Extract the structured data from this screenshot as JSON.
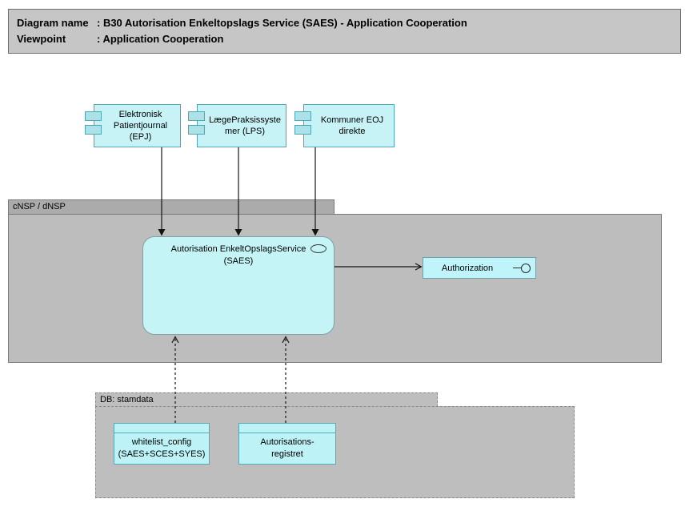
{
  "title": {
    "rows": [
      {
        "label": "Diagram name",
        "value": ": B30 Autorisation Enkeltopslags Service (SAES) - Application Cooperation"
      },
      {
        "label": "Viewpoint",
        "value": ": Application Cooperation"
      }
    ]
  },
  "containers": {
    "cnsp": {
      "label": "cNSP / dNSP"
    },
    "db": {
      "label": "DB: stamdata"
    }
  },
  "nodes": {
    "epj": {
      "type": "application-component",
      "lines": [
        "Elektronisk",
        "Patientjournal",
        "(EPJ)"
      ]
    },
    "lps": {
      "type": "application-component",
      "lines": [
        "LægePraksissyste",
        "mer (LPS)"
      ]
    },
    "eoj": {
      "type": "application-component",
      "lines": [
        "Kommuner EOJ",
        "direkte"
      ]
    },
    "saes": {
      "type": "application-service",
      "lines": [
        "Autorisation EnkeltOpslagsService",
        "(SAES)"
      ]
    },
    "authorization": {
      "type": "application-interface",
      "label": "Authorization"
    },
    "whitelist": {
      "type": "data-object",
      "lines": [
        "whitelist_config",
        "(SAES+SCES+SYES)"
      ]
    },
    "autorisationsregistret": {
      "type": "data-object",
      "lines": [
        "Autorisations-",
        "registret"
      ]
    }
  },
  "icons": {
    "component_icon": "uml-component-ports",
    "service_icon": "ellipse-oval",
    "interface_icon": "lollipop"
  },
  "connections": [
    {
      "from": "epj",
      "to": "saes",
      "style": "solid",
      "head": "filled-triangle"
    },
    {
      "from": "lps",
      "to": "saes",
      "style": "solid",
      "head": "filled-triangle"
    },
    {
      "from": "eoj",
      "to": "saes",
      "style": "solid",
      "head": "filled-triangle"
    },
    {
      "from": "saes",
      "to": "authorization",
      "style": "solid",
      "head": "open"
    },
    {
      "from": "whitelist",
      "to": "saes",
      "style": "dashed",
      "head": "open"
    },
    {
      "from": "autorisationsregistret",
      "to": "saes",
      "style": "dashed",
      "head": "open"
    }
  ],
  "colors": {
    "title_fill": "#c6c6c6",
    "container_tab_fill": "#ababab",
    "container_body_fill": "#bdbdbd",
    "db_container_fill": "#bebebe",
    "component_fill": "#c7f3f6",
    "component_border": "#4fa6b6",
    "service_fill": "#c4f4f6",
    "service_border": "#7fa0a6",
    "interface_fill": "#bef4fa",
    "data_fill": "#bdf2f7",
    "arrow_color": "#141414"
  }
}
